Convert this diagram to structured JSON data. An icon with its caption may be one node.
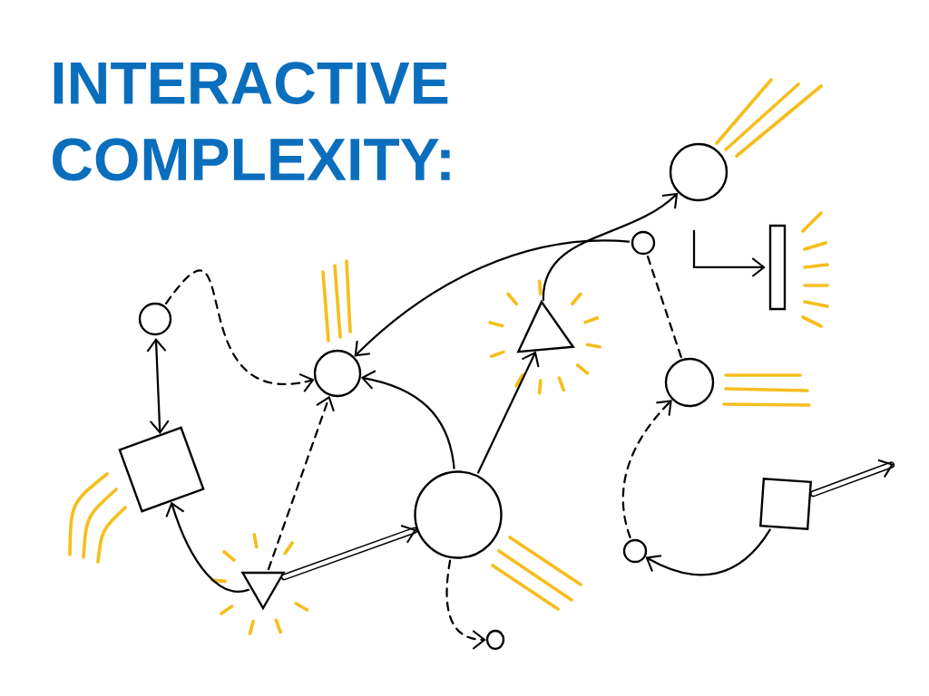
{
  "diagram": {
    "title": "INTERACTIVE COMPLEXITY:",
    "nodes": [
      {
        "text": [],
        "shape": "circle"
      },
      {
        "text": [],
        "shape": "box"
      },
      {
        "text": [],
        "shape": "circle"
      },
      {
        "text": [],
        "shape": "triangle"
      },
      {
        "text": [],
        "shape": "circle"
      },
      {
        "text": [],
        "shape": "circle"
      },
      {
        "text": [],
        "shape": "triangle"
      },
      {
        "text": [],
        "shape": "circle"
      },
      {
        "text": [],
        "shape": "circle"
      },
      {
        "text": [],
        "shape": "bar"
      },
      {
        "text": [],
        "shape": "circle"
      },
      {
        "text": [],
        "shape": "circle"
      },
      {
        "text": [],
        "shape": "box"
      }
    ],
    "edges": [
      {
        "from": 0,
        "to": 1,
        "arrow": "both"
      },
      {
        "from": 0,
        "to": 2,
        "arrow": "to",
        "style": "dashed"
      },
      {
        "from": 3,
        "to": 2,
        "arrow": "to",
        "style": "dashed"
      },
      {
        "from": 3,
        "to": 1,
        "arrow": "to"
      },
      {
        "from": 3,
        "to": 4,
        "arrow": "to",
        "style": "thick"
      },
      {
        "from": 4,
        "to": 2,
        "arrow": "to"
      },
      {
        "from": 4,
        "to": 6,
        "arrow": "to"
      },
      {
        "from": 4,
        "to": 5,
        "arrow": "to",
        "style": "dashed"
      },
      {
        "from": 6,
        "to": 7,
        "arrow": "to"
      },
      {
        "from": 8,
        "to": 2,
        "arrow": "to"
      },
      {
        "from": 8,
        "to": 10,
        "arrow": "none",
        "style": "dashed"
      },
      {
        "from": 11,
        "to": 10,
        "arrow": "to",
        "style": "dashed"
      },
      {
        "from": 12,
        "to": 11,
        "arrow": "to"
      },
      {
        "from": 12,
        "to": null,
        "arrow": "to",
        "style": "thick"
      },
      {
        "from": null,
        "to": 9,
        "arrow": "to"
      }
    ]
  }
}
